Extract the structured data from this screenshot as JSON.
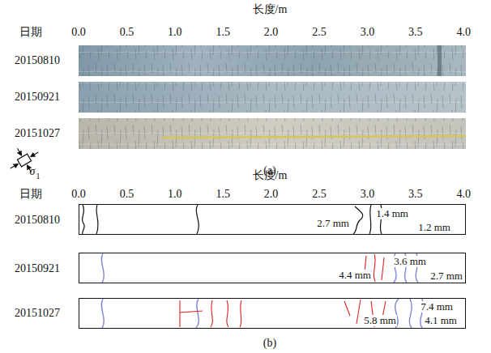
{
  "diagram": {
    "nodes": [
      {
        "text": [
          "2.7 mm",
          "1.4 mm",
          "1.2 mm"
        ]
      },
      {
        "text": [
          "3.6 mm",
          "4.4 mm",
          "2.7 mm"
        ]
      },
      {
        "text": [
          "7.4 mm",
          "5.8 mm",
          "4.1 mm"
        ]
      }
    ],
    "labels": [
      "长度/m",
      "日期",
      "0.0",
      "0.5",
      "1.0",
      "1.5",
      "2.0",
      "2.5",
      "3.0",
      "3.5",
      "4.0",
      "20150810",
      "20150921",
      "20151027",
      "(a)",
      "σ",
      "1",
      "长度/m",
      "日期",
      "0.0",
      "0.5",
      "1.0",
      "1.5",
      "2.0",
      "2.5",
      "3.0",
      "3.5",
      "4.0",
      "20150810",
      "20150921",
      "20151027",
      "(b)"
    ]
  }
}
